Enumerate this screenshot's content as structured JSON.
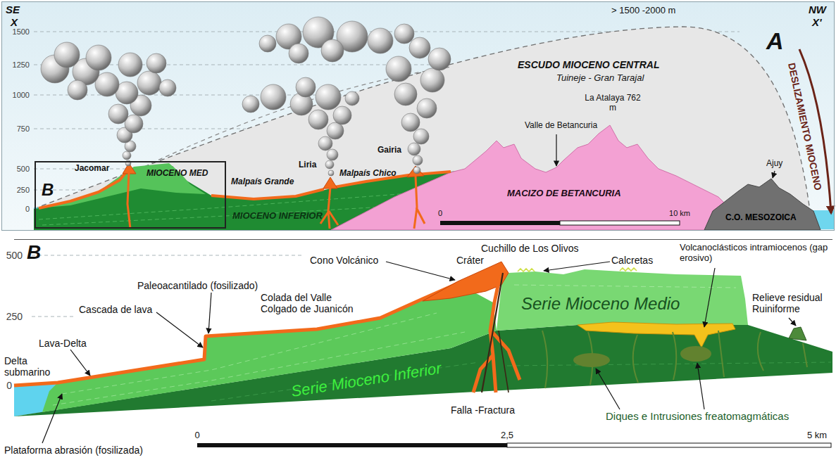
{
  "diagram": {
    "nodes": [
      {
        "text": [
          "A"
        ]
      },
      {
        "text": [
          "B"
        ],
        "in": 0
      },
      {
        "text": [
          "B"
        ]
      }
    ],
    "labels": [
      "SE",
      "X",
      "NW",
      "X'",
      "1500",
      "1250",
      "1000",
      "750",
      "500",
      "250",
      "0",
      "> 1500 -2000 m",
      "ESCUDO MIOCENO CENTRAL",
      "Tuineje - Gran Tarajal",
      "DESLIZAMIENTO MIOCENO",
      "La Atalaya 762 m",
      "Valle de Betancuria",
      "Jacomar",
      "MIOCENO MED",
      "Malpaís Grande",
      "Liria",
      "Malpaís Chico",
      "Gairia",
      "MIOCENO INFERIOR",
      "MACIZO DE BETANCURIA",
      "0",
      "10 km",
      "Ajuy",
      "C.O. MESOZOICA",
      "500",
      "250",
      "0",
      "Cuchillo de Los Olivos",
      "Volcanoclásticos intramiocenos (gap erosivo)",
      "Cráter",
      "Calcretas",
      "Paleoacantilado (fosilizado)",
      "Cono Volcánico",
      "Relieve residual Ruiniforme",
      "Serie Mioceno Medio",
      "Cascada de lava",
      "Colada del Valle Colgado de Juanicón",
      "Lava-Delta",
      "Delta submarino",
      "Serie Mioceno Inferior",
      "Falla -Fractura",
      "Diques e Intrusiones freatomagmáticas",
      "0",
      "2,5",
      "5 km",
      "Plataforma abrasión (fosilizada)"
    ]
  }
}
